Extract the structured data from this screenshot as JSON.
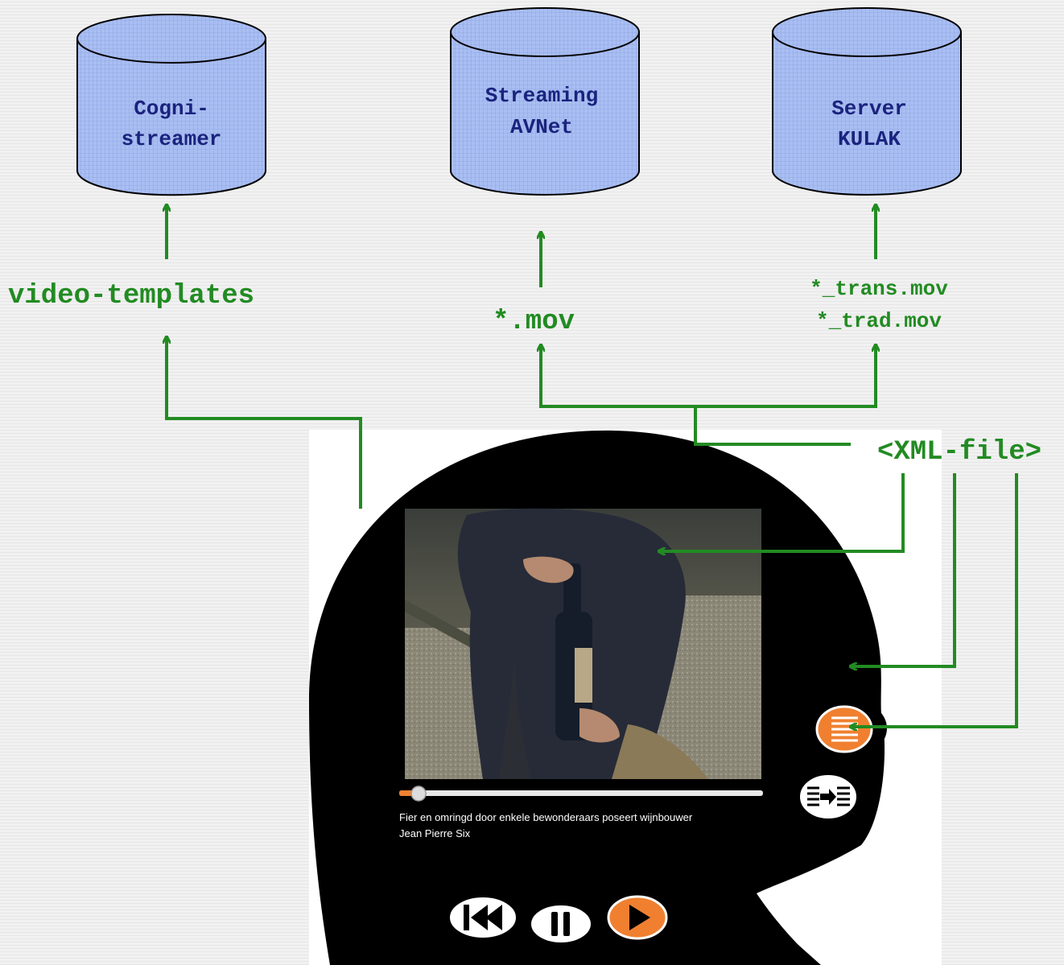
{
  "databases": [
    {
      "line1": "Cogni-",
      "line2": "streamer"
    },
    {
      "line1": "Streaming",
      "line2": "AVNet"
    },
    {
      "line1": "Server",
      "line2": "KULAK"
    }
  ],
  "labels": {
    "video_templates": "video-templates",
    "mov": "*.mov",
    "trans_mov": "*_trans.mov",
    "trad_mov": "*_trad.mov",
    "xml_file": "<XML-file>"
  },
  "player": {
    "caption_line1": "Fier en omringd door enkele bewonderaars poseert wijnbouwer",
    "caption_line2": "Jean Pierre Six",
    "progress": 0.04
  },
  "icons": {
    "transcript": "transcript-list-icon",
    "translate": "translate-arrow-icon",
    "rewind": "rewind-icon",
    "pause": "pause-icon",
    "play": "play-icon"
  },
  "colors": {
    "arrow": "#228b22",
    "database_fill": "#b0c4f4",
    "database_text": "#1a237e",
    "player_bg": "#000000",
    "accent": "#f08030"
  }
}
